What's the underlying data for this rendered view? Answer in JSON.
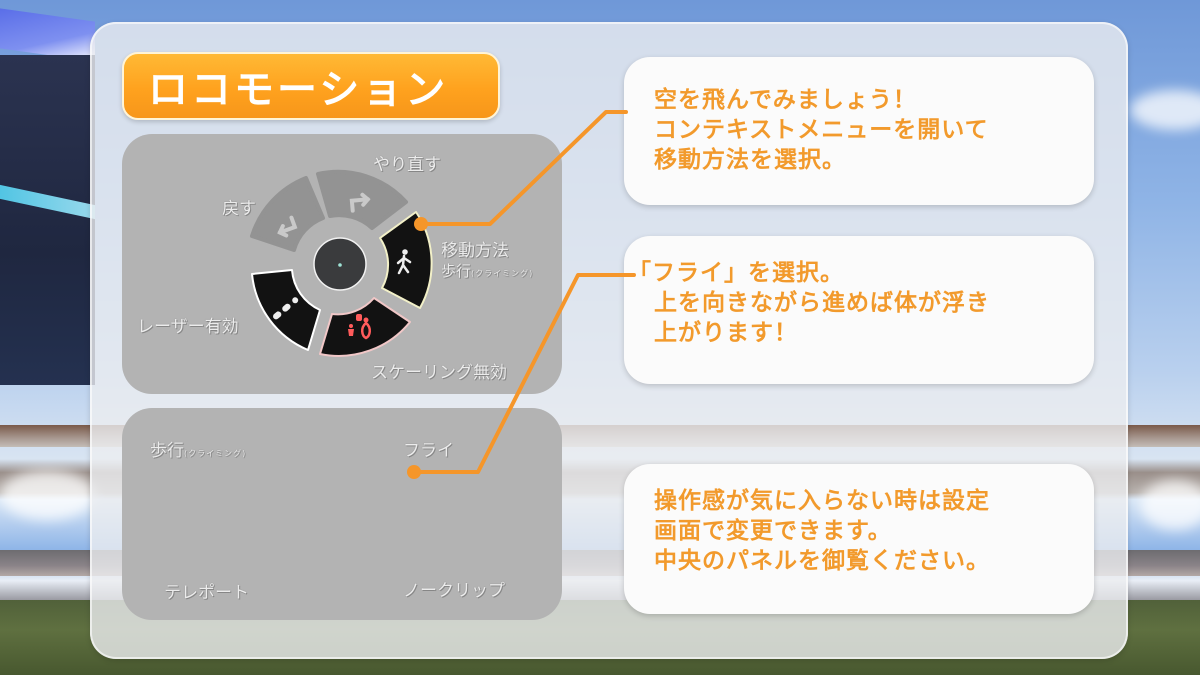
{
  "title": "ロコモーション",
  "top_menu": {
    "center_icon": "cursor-icon",
    "labels": {
      "undo": "戻す",
      "redo": "やり直す",
      "movement_method": "移動方法",
      "movement_current": "歩行",
      "movement_current_small": "(クライミング)",
      "scaling": "スケーリング無効",
      "laser": "レーザー有効"
    },
    "segments": [
      {
        "id": "undo",
        "icon": "undo-arrow-icon",
        "state": "disabled"
      },
      {
        "id": "redo",
        "icon": "redo-arrow-icon",
        "state": "disabled"
      },
      {
        "id": "movement",
        "icon": "walking-person-icon",
        "state": "active",
        "border": "#f0f0c0"
      },
      {
        "id": "scaling",
        "icon": "scaling-figures-icon",
        "state": "active",
        "icon_color": "#ff5a5a"
      },
      {
        "id": "laser",
        "icon": "laser-dots-icon",
        "state": "active"
      }
    ]
  },
  "bottom_menu": {
    "center_icon": "cursor-icon",
    "labels": {
      "walk": "歩行",
      "walk_small": "(クライミング)",
      "fly": "フライ",
      "teleport": "テレポート",
      "noclip": "ノークリップ"
    },
    "segments": [
      {
        "id": "walk",
        "icon": "walking-person-icon",
        "border": "#e8e27a"
      },
      {
        "id": "fly",
        "icon": "flying-person-icon",
        "border": "#7fd6df"
      },
      {
        "id": "teleport",
        "icon": "teleport-arrow-icon",
        "border": "#7fdc86"
      },
      {
        "id": "noclip",
        "icon": "noclip-person-icon",
        "border": "#e06060"
      }
    ]
  },
  "callouts": [
    {
      "lines": [
        "空を飛んでみましょう！",
        "コンテキストメニューを開いて",
        "移動方法を選択。"
      ]
    },
    {
      "lines": [
        "「フライ」を選択。",
        "上を向きながら進めば体が浮き",
        "上がります！"
      ]
    },
    {
      "lines": [
        "操作感が気に入らない時は設定",
        "画面で変更できます。",
        "中央のパネルを御覧ください。"
      ]
    }
  ],
  "colors": {
    "accent_orange": "#f7961a",
    "callout_text": "#f29a2c",
    "demo_panel": "#b3b3b3",
    "segment_dark": "#111111"
  }
}
